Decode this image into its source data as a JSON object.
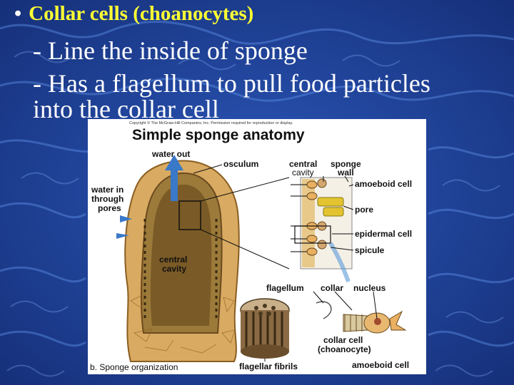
{
  "slide": {
    "bullet_title": "Collar cells (choanocytes)",
    "line1": "- Line the inside of sponge",
    "line2": "- Has a flagellum to pull food particles",
    "line3": "into the collar cell"
  },
  "figure": {
    "copyright": "Copyright © The McGraw-Hill Companies, Inc. Permission required for reproduction or display.",
    "title": "Simple sponge anatomy",
    "labels": {
      "water_out": "water out",
      "osculum": "osculum",
      "central_cavity_top_1": "central",
      "central_cavity_top_2": "cavity",
      "sponge_wall_1": "sponge",
      "sponge_wall_2": "wall",
      "water_in_1": "water in",
      "water_in_2": "through",
      "water_in_3": "pores",
      "amoeboid_cell": "amoeboid cell",
      "pore": "pore",
      "epidermal_cell": "epidermal cell",
      "spicule": "spicule",
      "central_cavity_1": "central",
      "central_cavity_2": "cavity",
      "flagellum": "flagellum",
      "collar": "collar",
      "nucleus": "nucleus",
      "collar_cell_1": "collar cell",
      "collar_cell_2": "(choanocyte)",
      "flagellar_fibrils": "flagellar fibrils",
      "amoeboid_cell_bottom": "amoeboid cell",
      "caption": "b. Sponge organization"
    }
  },
  "colors": {
    "background": "#1b3a8e",
    "bullet_title": "#ffff33",
    "body_text": "#ffffff",
    "sponge_body": "#c99a52",
    "sponge_cavity": "#6b4a1e",
    "arrow": "#3a78c8"
  }
}
